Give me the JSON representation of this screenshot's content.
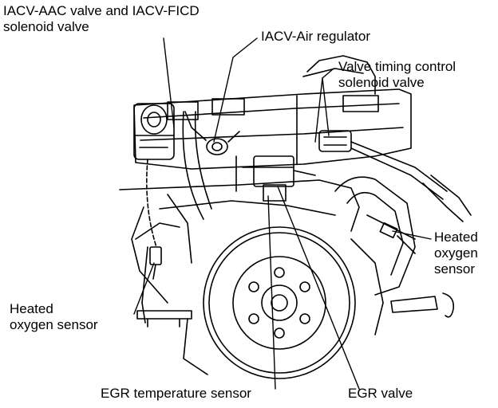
{
  "labels": {
    "iacv_aac": [
      "IACV-AAC valve and IACV-FICD",
      "solenoid valve"
    ],
    "iacv_air_regulator": "IACV-Air regulator",
    "valve_timing": [
      "Valve timing control",
      "solenoid valve"
    ],
    "heated_o2_right": [
      "Heated",
      "oxygen",
      "sensor"
    ],
    "heated_o2_left": [
      "Heated",
      "oxygen sensor"
    ],
    "egr_temp_sensor": "EGR temperature sensor",
    "egr_valve": "EGR valve"
  },
  "colors": {
    "line": "#000000",
    "background": "#ffffff"
  }
}
